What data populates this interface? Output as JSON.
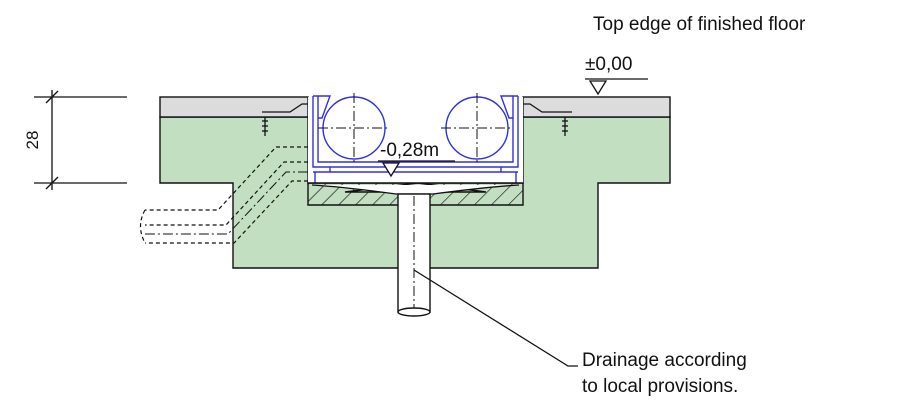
{
  "labels": {
    "floor_top": "Top edge of finished floor",
    "floor_level": "±0,00",
    "channel_level": "-0,28m",
    "depth_dim": "28",
    "drainage_line1": "Drainage according",
    "drainage_line2": "to local provisions."
  },
  "colors": {
    "concrete_fill": "#c3dfc2",
    "screed_fill": "#dcdcdc",
    "channel_blue": "#3030e0",
    "line": "#111111"
  }
}
